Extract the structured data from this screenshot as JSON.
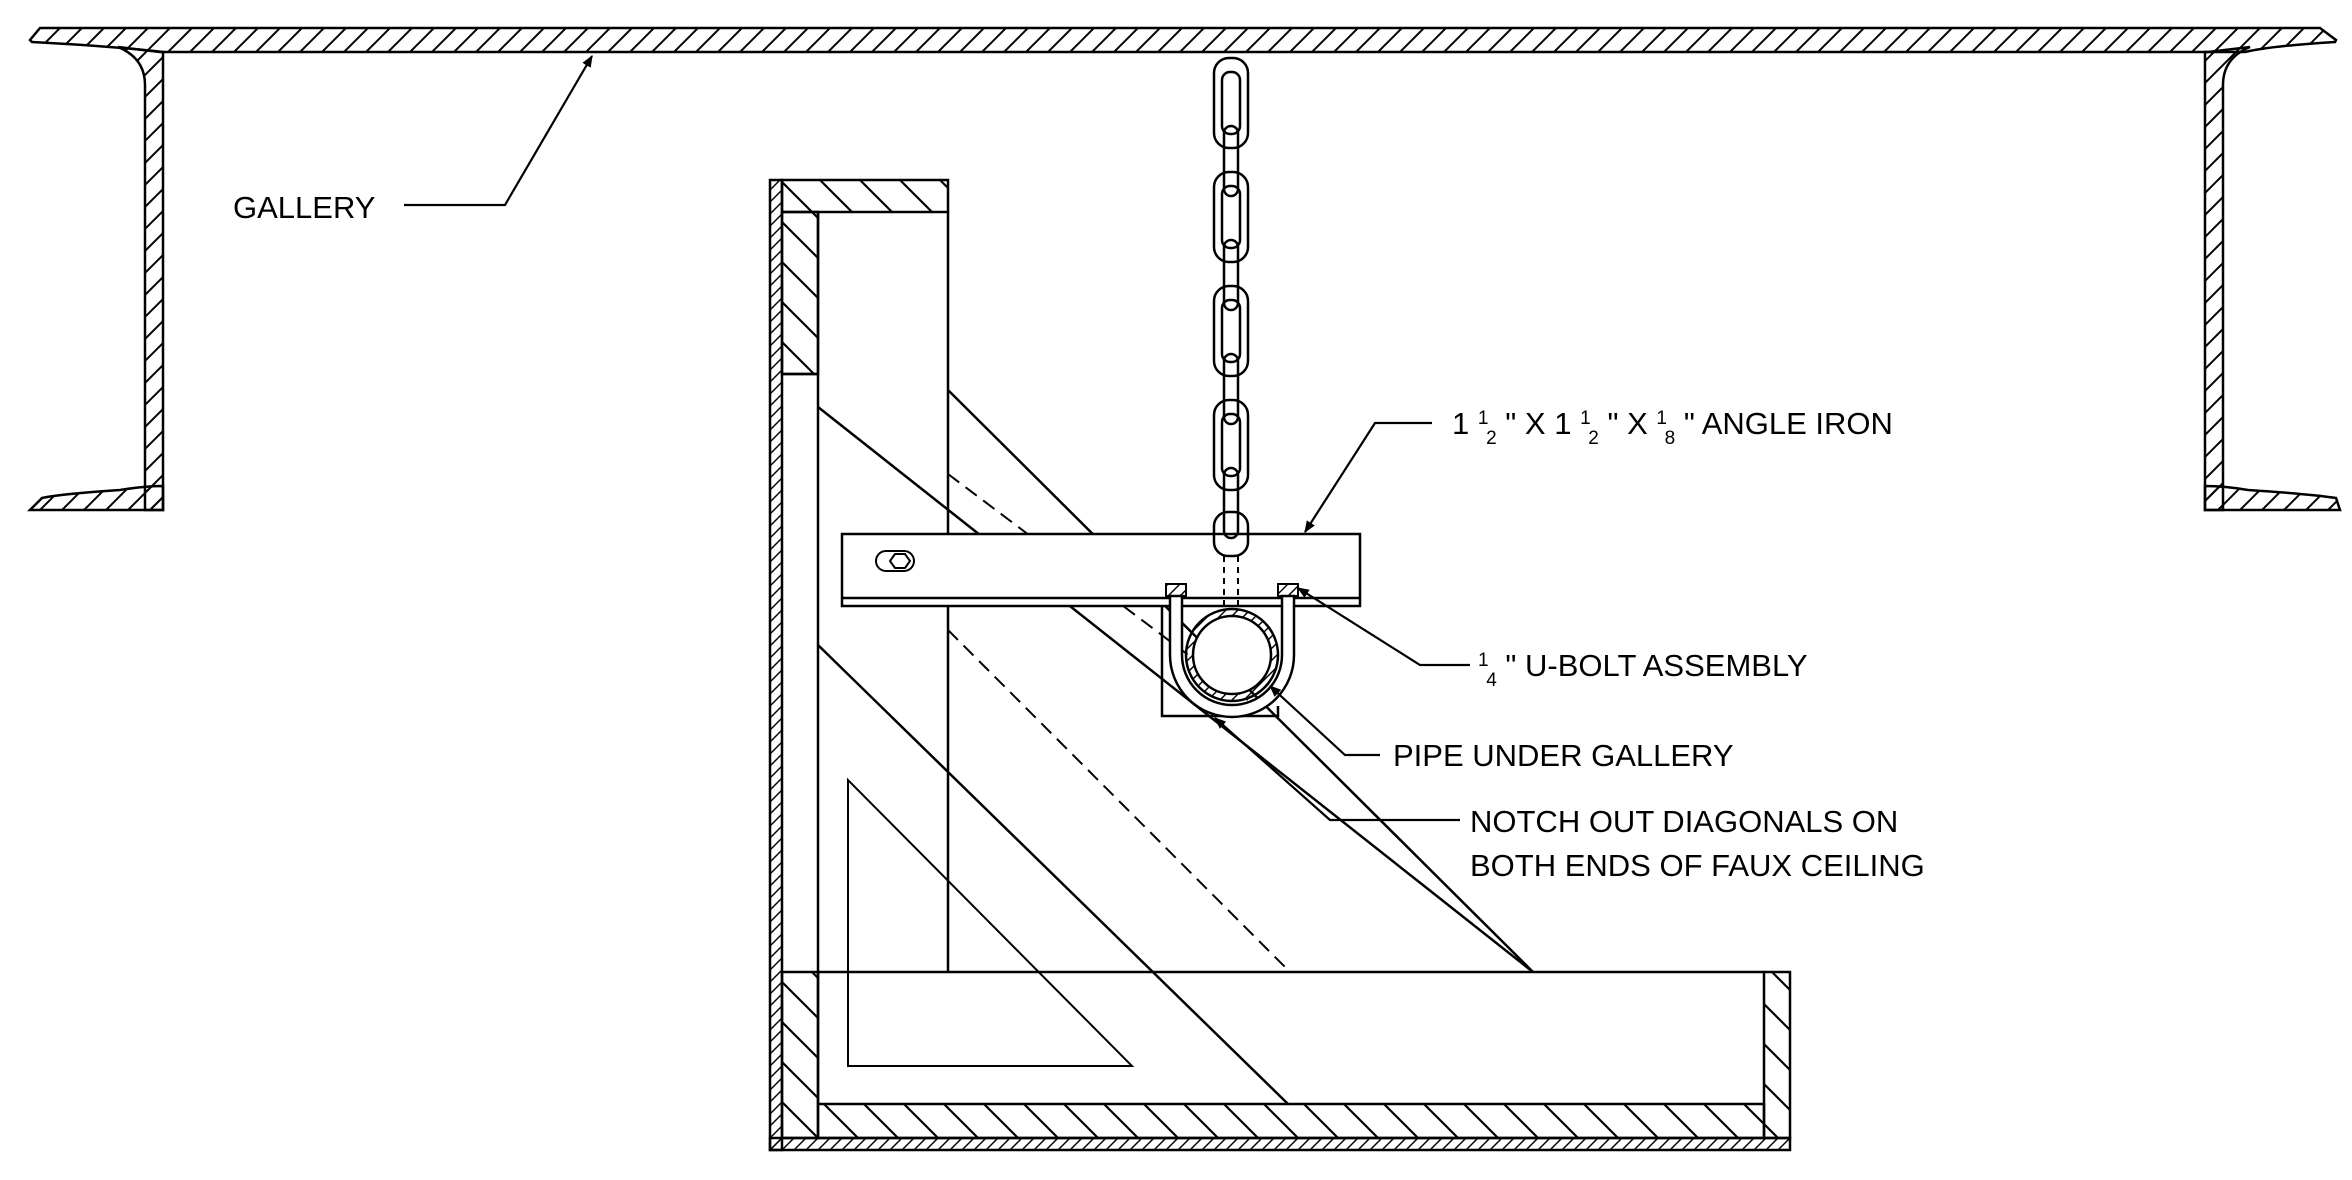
{
  "colors": {
    "ink": "#000000",
    "paper": "#ffffff"
  },
  "labels": {
    "gallery": "GALLERY",
    "angle_iron": {
      "whole_1": "1",
      "num_1": "1",
      "den_1": "2",
      "sep_1": "\" X ",
      "whole_2": "1",
      "num_2": "1",
      "den_2": "2",
      "sep_2": "\" X ",
      "num_3": "1",
      "den_3": "8",
      "tail": "\" ANGLE IRON"
    },
    "u_bolt": {
      "num": "1",
      "den": "4",
      "tail": "\" U-BOLT ASSEMBLY"
    },
    "pipe": "PIPE UNDER GALLERY",
    "notch_line1": "NOTCH OUT DIAGONALS ON",
    "notch_line2": "BOTH ENDS OF FAUX CEILING"
  }
}
